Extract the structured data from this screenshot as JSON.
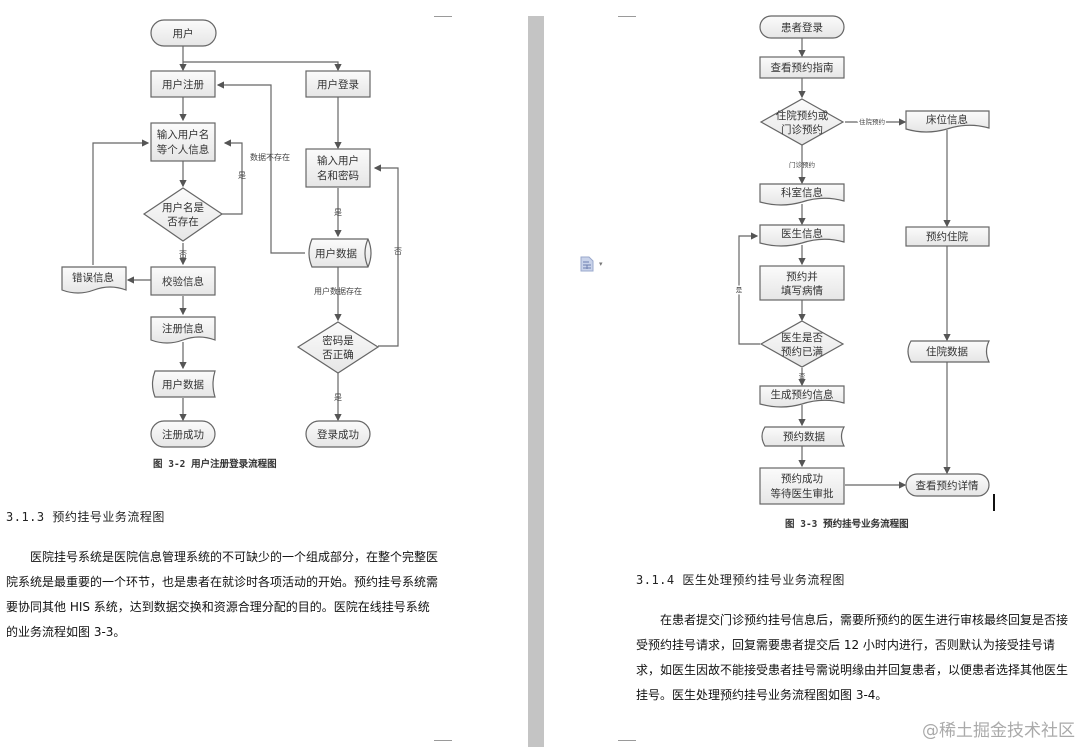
{
  "left_page": {
    "figure_3_2": {
      "nodes": {
        "user": "用户",
        "register": "用户注册",
        "login": "用户登录",
        "input_user_line1": "输入用户名",
        "input_user_line2": "等个人信息",
        "exists_line1": "用户名是",
        "exists_line2": "否存在",
        "error_info": "错误信息",
        "verify_info": "校验信息",
        "reg_info": "注册信息",
        "user_data_doc": "用户数据",
        "reg_success": "注册成功",
        "input_pw_line1": "输入用户",
        "input_pw_line2": "名和密码",
        "user_data_db": "用户数据",
        "pw_correct_line1": "密码是",
        "pw_correct_line2": "否正确",
        "login_success": "登录成功"
      },
      "labels": {
        "data_not_exist": "数据不存在",
        "yes_1": "是",
        "no_1": "否",
        "yes_2": "是",
        "data_exists": "用户数据存在",
        "no_2": "否",
        "yes_3": "是"
      },
      "caption": "图 3-2  用户注册登录流程图"
    },
    "section_heading": "3.1.3 预约挂号业务流程图",
    "paragraph": "医院挂号系统是医院信息管理系统的不可缺少的一个组成部分，在整个完整医院系统是最重要的一个环节，也是患者在就诊时各项活动的开始。预约挂号系统需要协同其他 HIS 系统，达到数据交换和资源合理分配的目的。医院在线挂号系统的业务流程如图 3-3。"
  },
  "right_page": {
    "figure_3_3": {
      "nodes": {
        "patient_login": "患者登录",
        "view_guide": "查看预约指南",
        "choice_line1": "住院预约或",
        "choice_line2": "门诊预约",
        "bed_info": "床位信息",
        "dept_info": "科室信息",
        "doctor_info": "医生信息",
        "book_line1": "预约并",
        "book_line2": "填写病情",
        "full_line1": "医生是否",
        "full_line2": "预约已满",
        "gen_info": "生成预约信息",
        "booking_data": "预约数据",
        "success_line1": "预约成功",
        "success_line2": "等待医生审批",
        "book_inpatient": "预约住院",
        "inpatient_data": "住院数据",
        "view_details": "查看预约详情"
      },
      "labels": {
        "inpatient": "住院预约",
        "outpatient": "门诊预约",
        "yes": "是",
        "no": "否"
      },
      "caption": "图 3-3  预约挂号业务流程图"
    },
    "section_heading": "3.1.4 医生处理预约挂号业务流程图",
    "paragraph": "在患者提交门诊预约挂号信息后，需要所预约的医生进行审核最终回复是否接受预约挂号请求，回复需要患者提交后 12 小时内进行，否则默认为接受挂号请求，如医生因故不能接受患者挂号需说明缘由并回复患者，以便患者选择其他医生挂号。医生处理预约挂号业务流程图如图 3-4。"
  },
  "paste_options": {
    "icon": "paste-options-icon",
    "dropdown": "▾"
  },
  "watermark": "@稀土掘金技术社区",
  "colors": {
    "node_fill": "#f0f0f0",
    "node_stroke": "#666666",
    "gutter": "#c4c4c4",
    "watermark": "#aaaaaa"
  }
}
